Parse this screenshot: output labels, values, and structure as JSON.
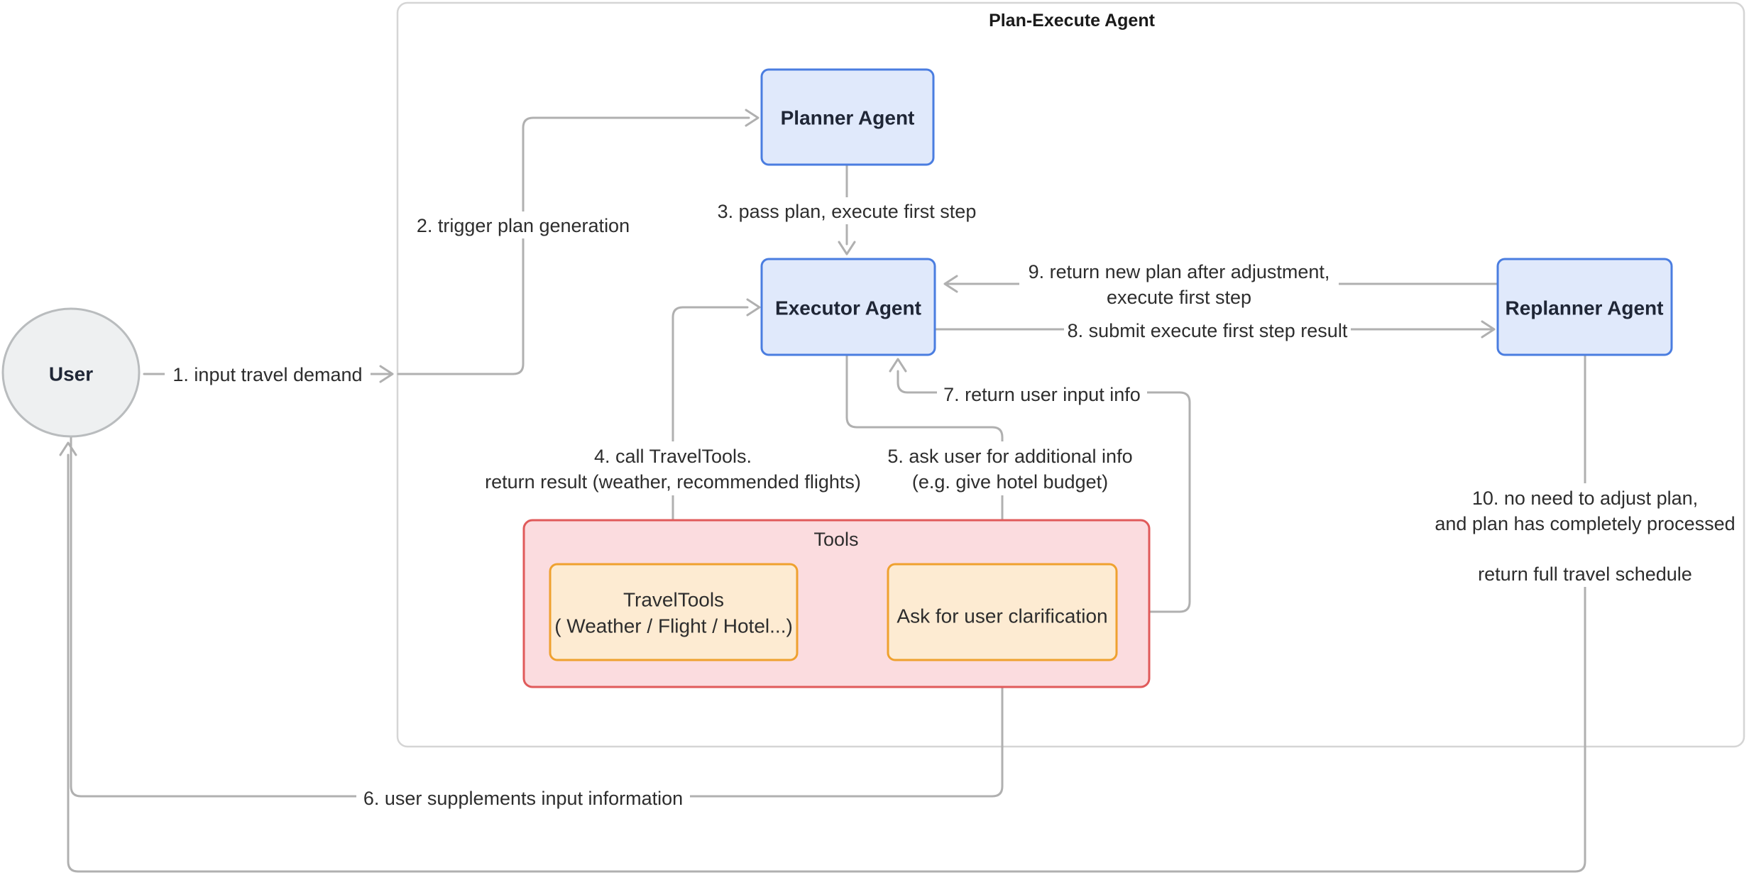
{
  "diagram": {
    "title": "Plan-Execute Agent",
    "nodes": {
      "user": {
        "label": "User"
      },
      "planner": {
        "label": "Planner Agent"
      },
      "executor": {
        "label": "Executor Agent"
      },
      "replanner": {
        "label": "Replanner Agent"
      },
      "tools_group": {
        "label": "Tools"
      },
      "travel_tools": {
        "line1": "TravelTools",
        "line2": "( Weather / Flight / Hotel...)"
      },
      "ask_clarification": {
        "label": "Ask for user clarification"
      }
    },
    "edges": {
      "e1": {
        "label": "1. input travel demand"
      },
      "e2": {
        "label": "2. trigger plan generation"
      },
      "e3": {
        "label": "3. pass plan, execute first step"
      },
      "e4": {
        "line1": "4. call TravelTools.",
        "line2": "return result (weather, recommended flights)"
      },
      "e5": {
        "line1": "5. ask user for additional info",
        "line2": "(e.g. give hotel budget)"
      },
      "e6": {
        "label": "6. user supplements input information"
      },
      "e7": {
        "label": "7. return user input info"
      },
      "e8": {
        "label": "8. submit execute first step result"
      },
      "e9": {
        "line1": "9. return new plan after adjustment,",
        "line2": "execute first step"
      },
      "e10": {
        "line1": "10. no need to adjust plan,",
        "line2": "and plan has completely processed",
        "line3": "return full travel schedule"
      }
    },
    "colors": {
      "agent_fill": "#e0e9fb",
      "agent_border": "#4a7de0",
      "tools_cluster_fill": "#fbdcdf",
      "tools_cluster_border": "#e05a5a",
      "tool_fill": "#fdebd2",
      "tool_border": "#efa12f",
      "user_fill": "#eef0f1",
      "user_border": "#b9bcbe",
      "container_border": "#d5d5d5",
      "edge_line": "#b0b0b0",
      "edge_text": "#2d2d2d",
      "node_text": "#1f2636"
    }
  }
}
